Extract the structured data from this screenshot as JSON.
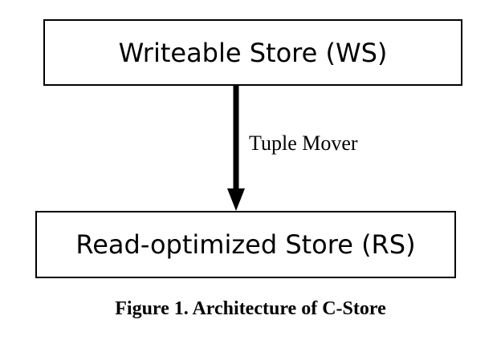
{
  "diagram": {
    "nodes": [
      {
        "id": "ws",
        "label": "Writeable Store (WS)"
      },
      {
        "id": "rs",
        "label": "Read-optimized Store (RS)"
      }
    ],
    "edges": [
      {
        "from": "ws",
        "to": "rs",
        "label": "Tuple Mover"
      }
    ],
    "caption": "Figure 1. Architecture of C-Store",
    "colors": {
      "stroke": "#000000",
      "background": "#ffffff"
    }
  }
}
